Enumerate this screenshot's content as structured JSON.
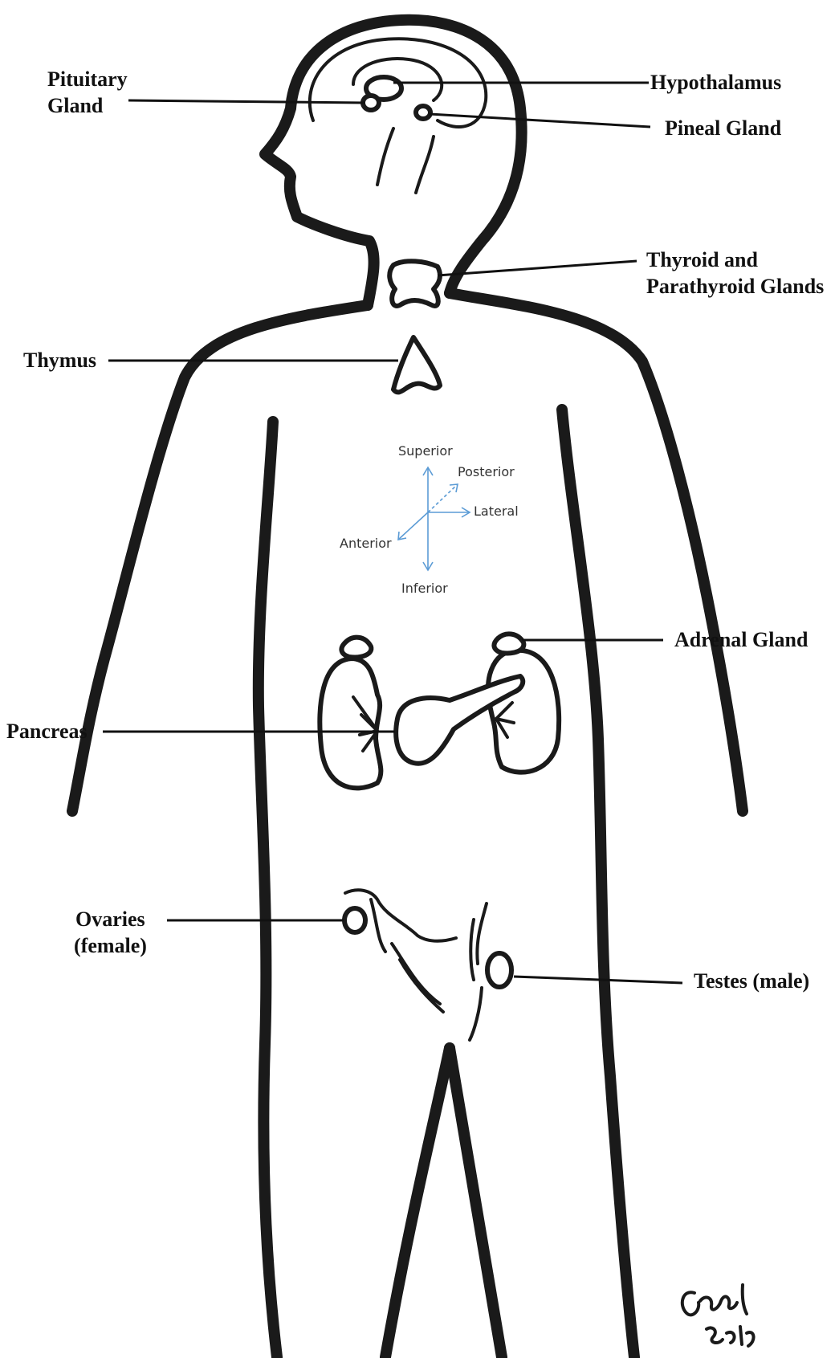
{
  "labels": {
    "pituitary_line1": "Pituitary",
    "pituitary_line2": "Gland",
    "hypothalamus": "Hypothalamus",
    "pineal": "Pineal Gland",
    "thyroid_line1": "Thyroid and",
    "thyroid_line2": "Parathyroid Glands",
    "thymus": "Thymus",
    "adrenal": "Adrenal Gland",
    "pancreas": "Pancreas",
    "ovaries_line1": "Ovaries",
    "ovaries_line2": "(female)",
    "testes": "Testes (male)"
  },
  "directions": {
    "superior": "Superior",
    "posterior": "Posterior",
    "lateral": "Lateral",
    "anterior": "Anterior",
    "inferior": "Inferior"
  },
  "signature": "artist signature 2015",
  "colors": {
    "outline": "#1a1a1a",
    "direction_arrows": "#5b9bd5",
    "background": "#ffffff"
  }
}
